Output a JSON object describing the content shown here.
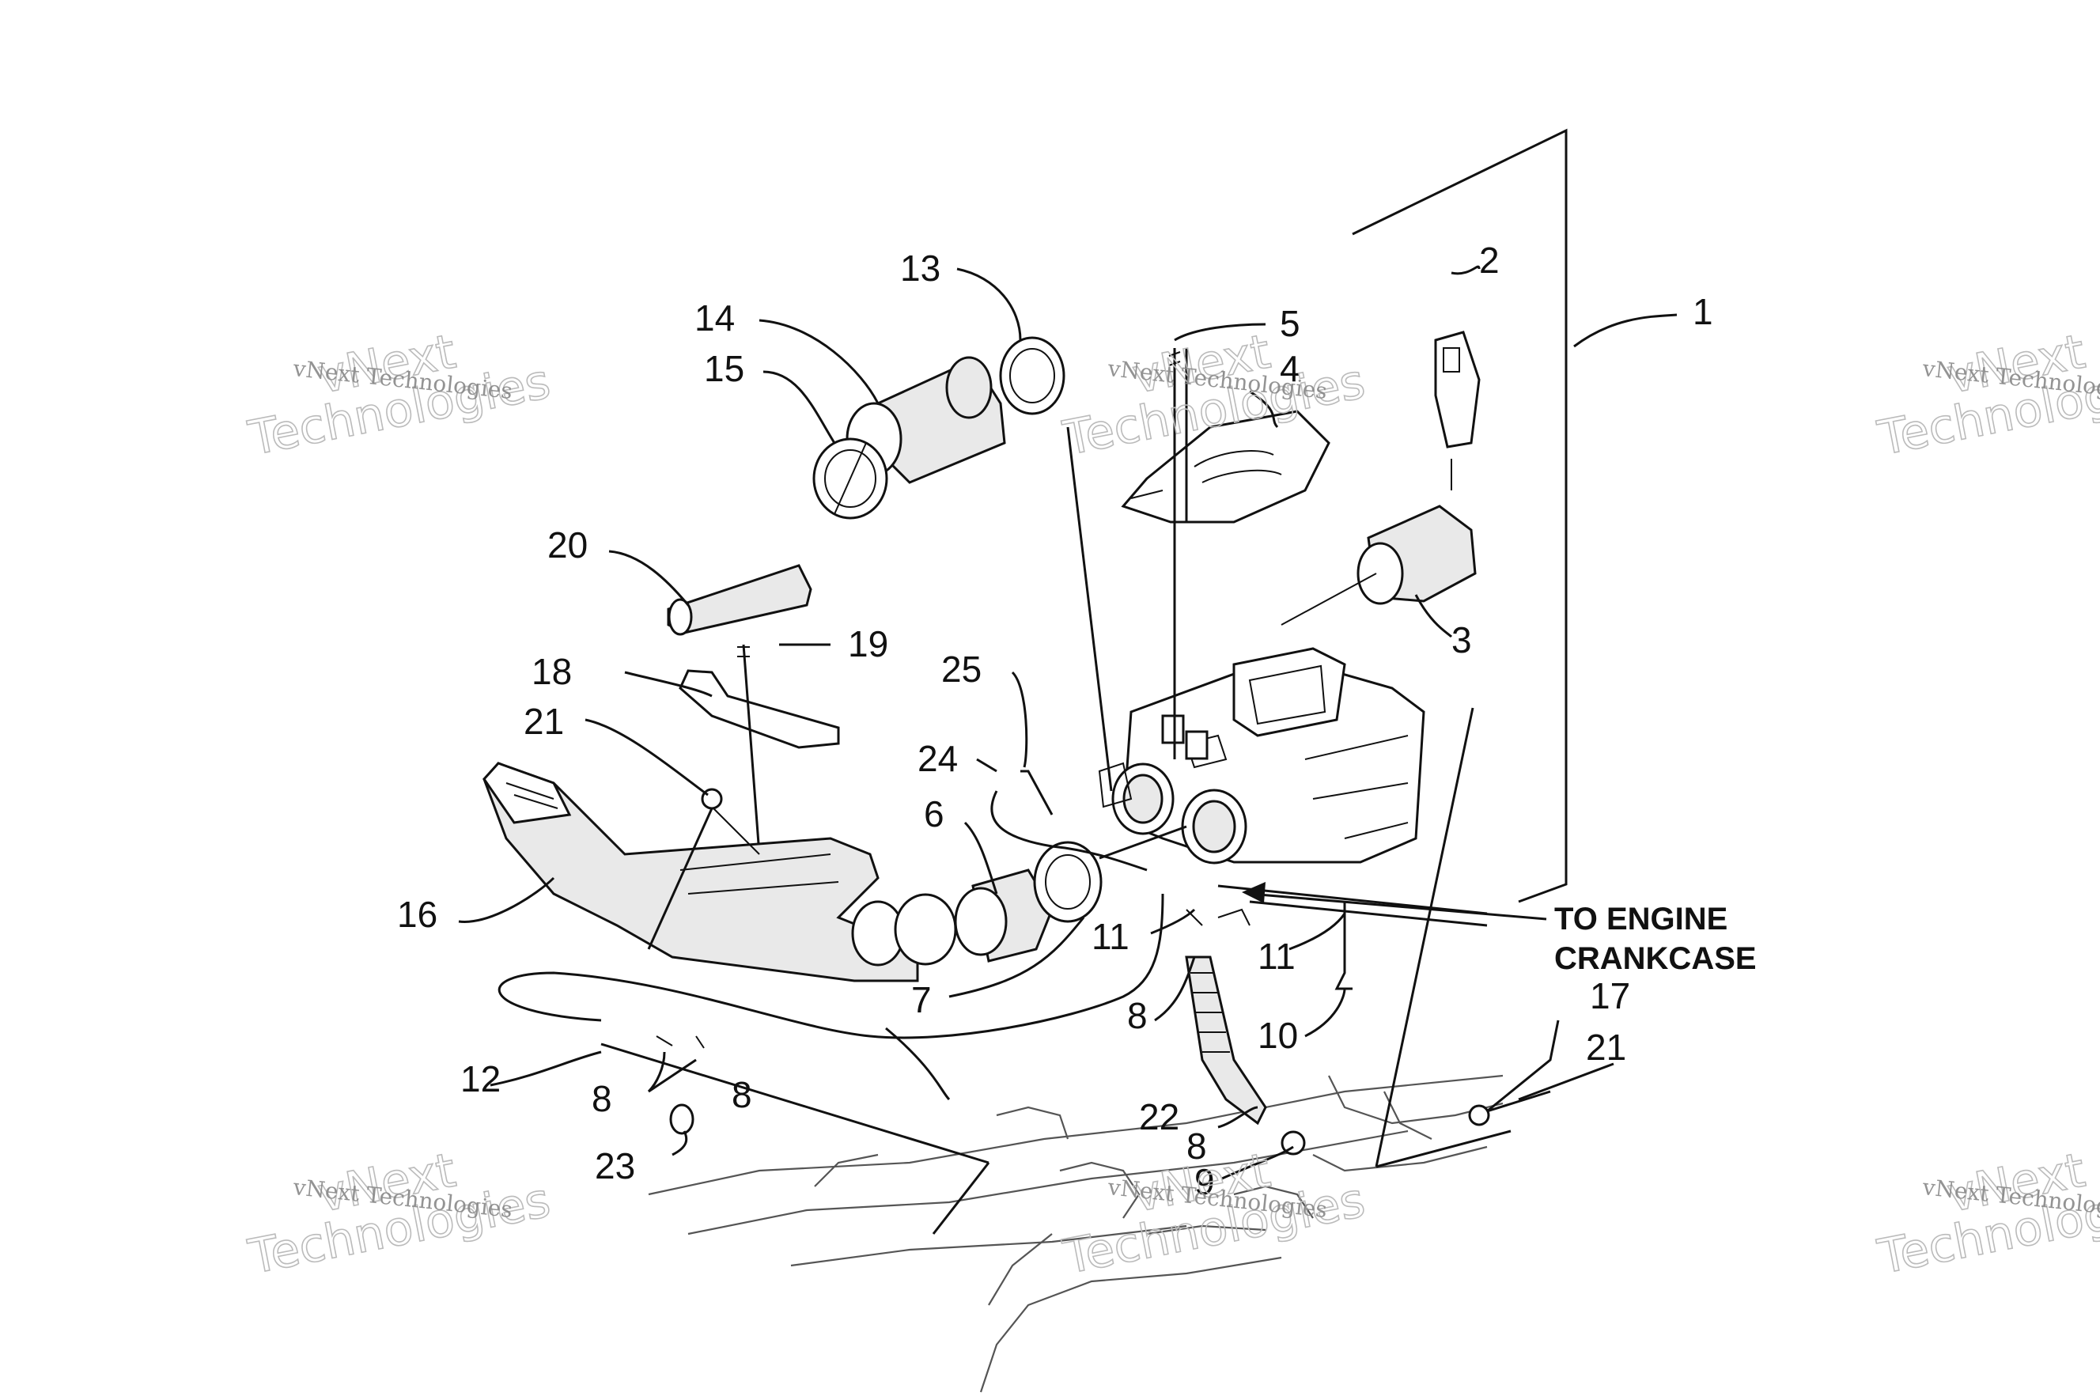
{
  "diagram": {
    "callouts": [
      {
        "id": "c1",
        "text": "1"
      },
      {
        "id": "c2",
        "text": "2"
      },
      {
        "id": "c3",
        "text": "3"
      },
      {
        "id": "c4",
        "text": "4"
      },
      {
        "id": "c5",
        "text": "5"
      },
      {
        "id": "c6",
        "text": "6"
      },
      {
        "id": "c7",
        "text": "7"
      },
      {
        "id": "c8a",
        "text": "8"
      },
      {
        "id": "c8b",
        "text": "8"
      },
      {
        "id": "c8c",
        "text": "8"
      },
      {
        "id": "c8d",
        "text": "8"
      },
      {
        "id": "c9",
        "text": "9"
      },
      {
        "id": "c10",
        "text": "10"
      },
      {
        "id": "c11a",
        "text": "11"
      },
      {
        "id": "c11b",
        "text": "11"
      },
      {
        "id": "c12",
        "text": "12"
      },
      {
        "id": "c13",
        "text": "13"
      },
      {
        "id": "c14",
        "text": "14"
      },
      {
        "id": "c15",
        "text": "15"
      },
      {
        "id": "c16",
        "text": "16"
      },
      {
        "id": "c17",
        "text": "17"
      },
      {
        "id": "c18",
        "text": "18"
      },
      {
        "id": "c19",
        "text": "19"
      },
      {
        "id": "c20",
        "text": "20"
      },
      {
        "id": "c21a",
        "text": "21"
      },
      {
        "id": "c21b",
        "text": "21"
      },
      {
        "id": "c22",
        "text": "22"
      },
      {
        "id": "c23",
        "text": "23"
      },
      {
        "id": "c24",
        "text": "24"
      },
      {
        "id": "c25",
        "text": "25"
      }
    ],
    "engine_label": {
      "line1": "TO ENGINE",
      "line2": "CRANKCASE"
    }
  },
  "watermark": {
    "text_small": "vNext Technologies",
    "text_big_1": "vNext",
    "text_big_2": "Technologies"
  }
}
